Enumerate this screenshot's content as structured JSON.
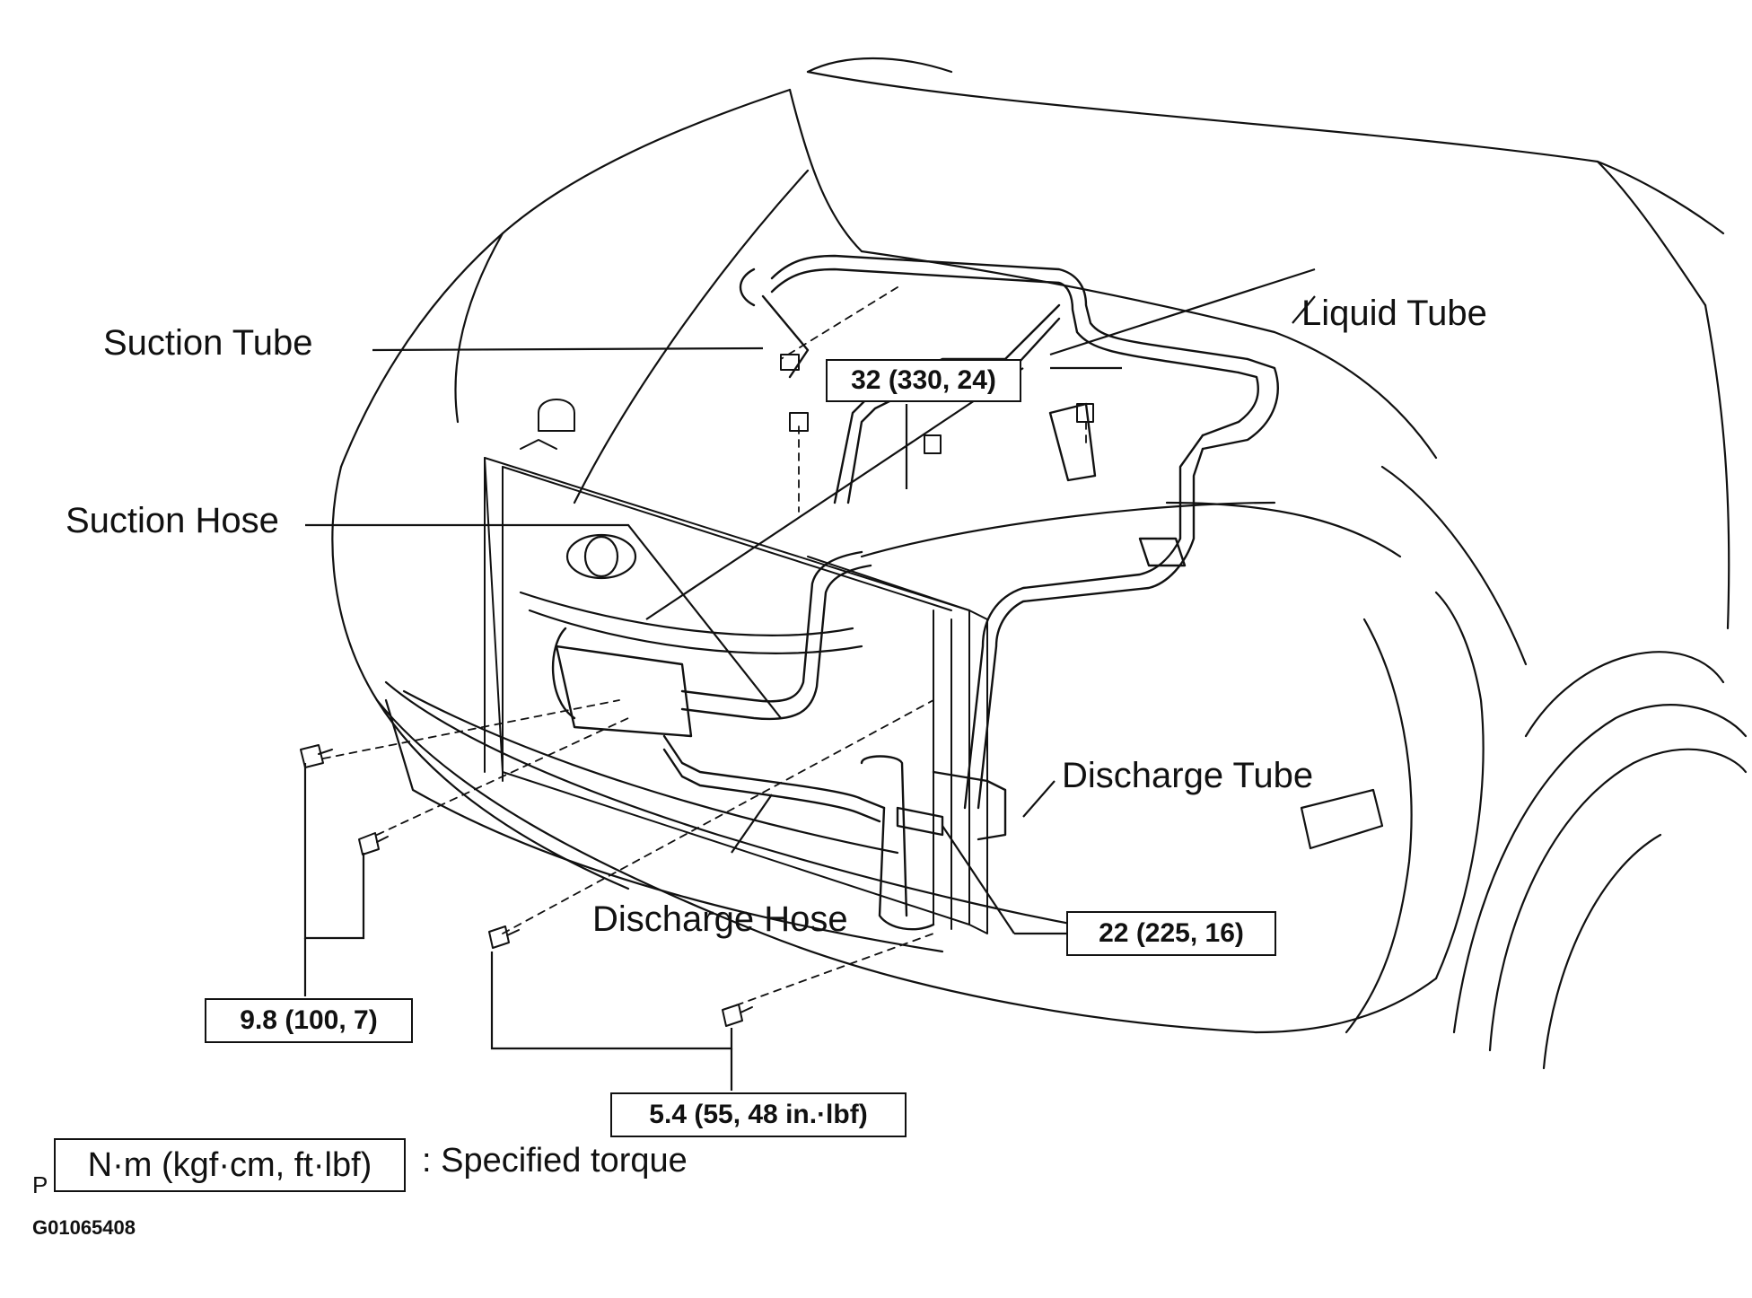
{
  "labels": {
    "suction_tube": "Suction Tube",
    "liquid_tube": "Liquid Tube",
    "suction_hose": "Suction Hose",
    "discharge_tube": "Discharge Tube",
    "discharge_hose": "Discharge Hose"
  },
  "torques": {
    "liquid_tube_bolt": "32 (330, 24)",
    "condenser_bolt": "22 (225, 16)",
    "compressor_bolt": "9.8 (100, 7)",
    "bracket_bolt": "5.4 (55, 48 in.·lbf)"
  },
  "legend": {
    "unit": "N·m (kgf·cm, ft·lbf)",
    "description": ": Specified torque",
    "prefix": "P"
  },
  "figure_id": "G01065408"
}
